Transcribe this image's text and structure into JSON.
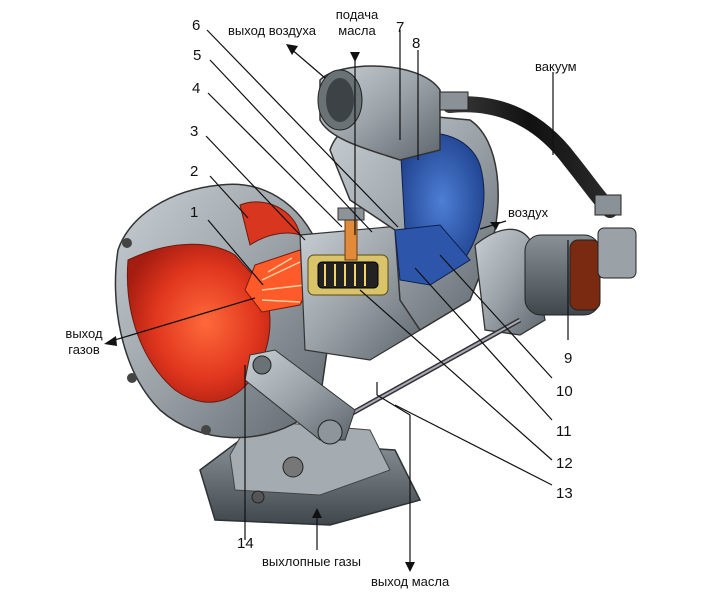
{
  "labels": {
    "air_out": "выход воздуха",
    "oil_in_1": "подача",
    "oil_in_2": "масла",
    "vacuum": "вакуум",
    "air": "воздух",
    "gas_out_1": "выход",
    "gas_out_2": "газов",
    "exhaust_gases": "выхлопные газы",
    "oil_out": "выход масла"
  },
  "callouts": [
    "1",
    "2",
    "3",
    "4",
    "5",
    "6",
    "7",
    "8",
    "9",
    "10",
    "11",
    "12",
    "13",
    "14"
  ]
}
